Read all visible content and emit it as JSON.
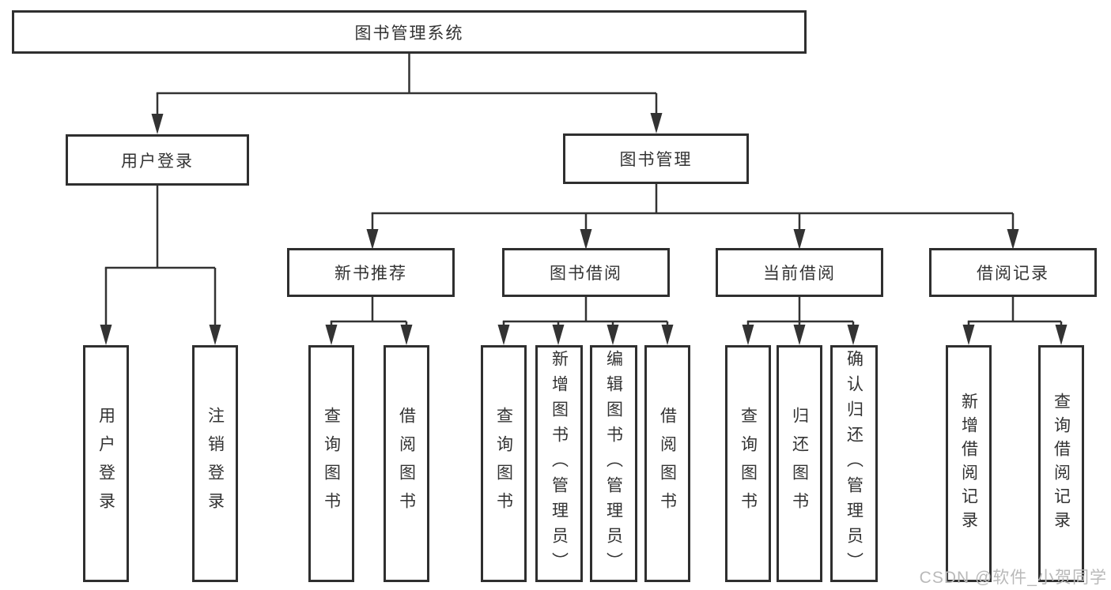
{
  "diagram": {
    "root": "图书管理系统",
    "branches": [
      {
        "label": "用户登录",
        "leaves": [
          "用户登录",
          "注销登录"
        ]
      },
      {
        "label": "图书管理",
        "sections": [
          {
            "label": "新书推荐",
            "leaves": [
              "查询图书",
              "借阅图书"
            ]
          },
          {
            "label": "图书借阅",
            "leaves": [
              "查询图书",
              "新增图书（管理员）",
              "编辑图书（管理员）",
              "借阅图书"
            ]
          },
          {
            "label": "当前借阅",
            "leaves": [
              "查询图书",
              "归还图书",
              "确认归还（管理员）"
            ]
          },
          {
            "label": "借阅记录",
            "leaves": [
              "新增借阅记录",
              "查询借阅记录"
            ]
          }
        ]
      }
    ]
  },
  "watermark": "CSDN @软件_小贺同学",
  "colors": {
    "line": "#333333",
    "box_border": "#2f2f2f",
    "box_background": "#ffffff",
    "text": "#333333",
    "watermark": "#b9b9b9"
  }
}
